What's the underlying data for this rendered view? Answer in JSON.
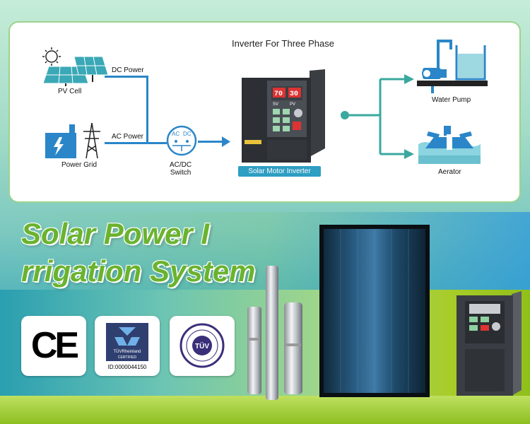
{
  "diagram": {
    "title": "Inverter For Three Phase",
    "pv_label": "PV Cell",
    "dc_label": "DC Power",
    "ac_label": "AC Power",
    "grid_label": "Power Grid",
    "switch_label": "AC/DC\nSwitch",
    "switch_ac": "AC",
    "switch_dc": "DC",
    "inverter_label": "Solar Motor Inverter",
    "pump_label": "Water Pump",
    "aerator_label": "Aerator",
    "display_left": "70",
    "display_right": "30",
    "display_sv": "SV",
    "display_pv": "PV"
  },
  "headline": {
    "line1": "Solar Power I",
    "line2": "rrigation System"
  },
  "badges": {
    "ce": "CE",
    "tuv_name": "TÜVRheinland",
    "tuv_cert": "CERTIFIED",
    "tuv_id": "ID:0000044150",
    "sud": "TÜV"
  },
  "colors": {
    "accent_green": "#6ab32e",
    "line_blue": "#2a86c8",
    "line_teal": "#3aa89e",
    "label_blue": "#2e9ec2"
  }
}
